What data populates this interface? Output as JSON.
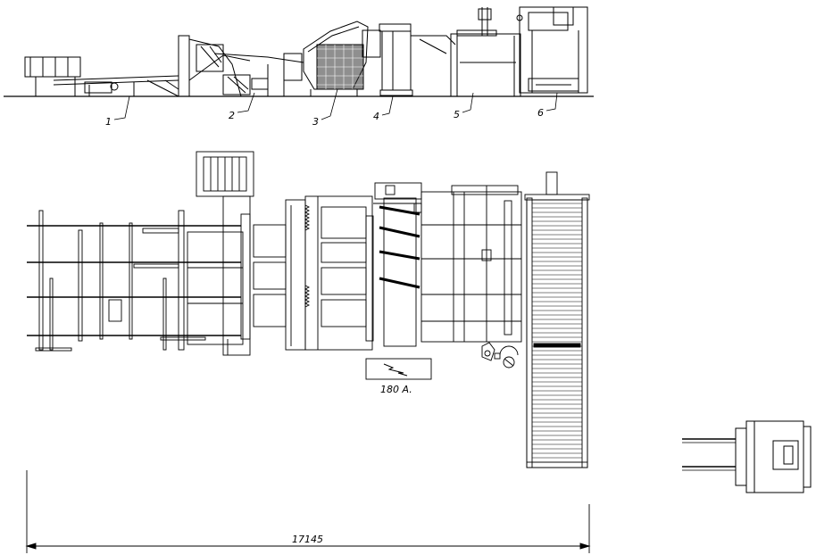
{
  "drawing": {
    "callouts": [
      "1",
      "2",
      "3",
      "4",
      "5",
      "6"
    ],
    "power_rating": "180 A.",
    "overall_length": "17145"
  },
  "colors": {
    "ink": "#000000",
    "paper": "#ffffff"
  },
  "icons": [
    "lightning-bolt-icon",
    "operator-station-icon"
  ]
}
